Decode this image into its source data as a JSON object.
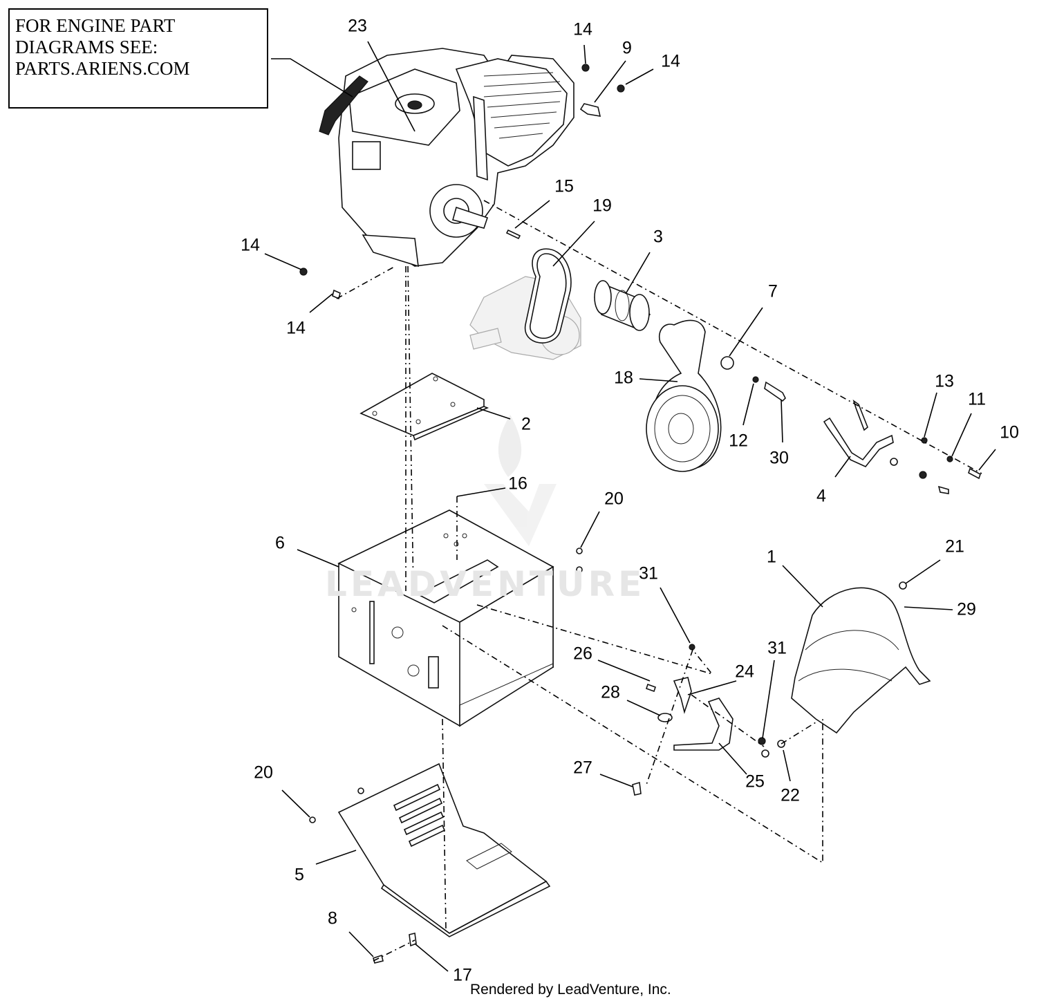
{
  "note": {
    "lines": [
      "FOR ENGINE PART",
      "DIAGRAMS SEE:",
      "",
      "PARTS.ARIENS.COM"
    ]
  },
  "watermark": "LEADVENTURE",
  "footer": "Rendered by LeadVenture, Inc.",
  "callouts": {
    "c23": "23",
    "c14a": "14",
    "c9": "9",
    "c14b": "14",
    "c15": "15",
    "c19": "19",
    "c3": "3",
    "c14c": "14",
    "c14d": "14",
    "c7": "7",
    "c18": "18",
    "c13": "13",
    "c11": "11",
    "c10": "10",
    "c12": "12",
    "c30": "30",
    "c4": "4",
    "c2": "2",
    "c16": "16",
    "c20a": "20",
    "c6": "6",
    "c31a": "31",
    "c1": "1",
    "c21": "21",
    "c29": "29",
    "c26": "26",
    "c24": "24",
    "c31b": "31",
    "c28": "28",
    "c27": "27",
    "c25": "25",
    "c22": "22",
    "c20b": "20",
    "c5": "5",
    "c8": "8",
    "c17": "17"
  }
}
